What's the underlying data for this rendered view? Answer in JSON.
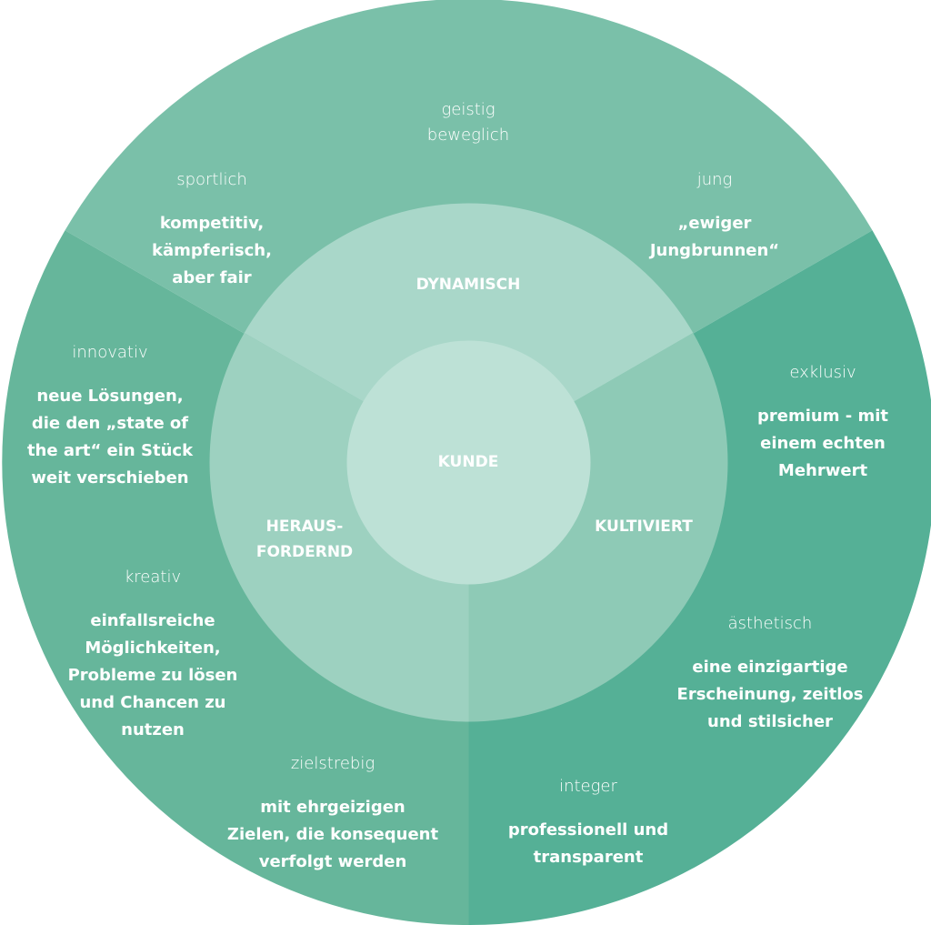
{
  "center": {
    "label": "KUNDE"
  },
  "segments": [
    {
      "label": "DYNAMISCH"
    },
    {
      "label": "HERAUS-\nFORDERND"
    },
    {
      "label": "KULTIVIERT"
    }
  ],
  "traits": [
    {
      "label": "geistig\nbeweglich",
      "desc": ""
    },
    {
      "label": "sportlich",
      "desc": "kompetitiv,\nkämpferisch,\naber fair"
    },
    {
      "label": "jung",
      "desc": "„ewiger\nJungbrunnen“"
    },
    {
      "label": "innovativ",
      "desc": "neue Lösungen,\ndie den „state of\nthe art“ ein Stück\nweit verschieben"
    },
    {
      "label": "exklusiv",
      "desc": "premium - mit\neinem echten\nMehrwert"
    },
    {
      "label": "kreativ",
      "desc": "einfallsreiche\nMöglichkeiten,\nProbleme zu lösen\nund Chancen zu\nnutzen"
    },
    {
      "label": "ästhetisch",
      "desc": "eine einzigartige\nErscheinung, zeitlos\nund stilsicher"
    },
    {
      "label": "zielstrebig",
      "desc": "mit ehrgeizigen\nZielen, die konsequent\nverfolgt werden"
    },
    {
      "label": "integer",
      "desc": "professionell und\ntransparent"
    }
  ],
  "colors": {
    "outer_top": "#7ac0a9",
    "outer_left": "#66b69b",
    "outer_right": "#55b096",
    "mid_top": "#a9d7c9",
    "mid_left": "#9dd1c0",
    "mid_right": "#8ecab6",
    "center": "#bde1d6",
    "text": "#ffffff"
  }
}
